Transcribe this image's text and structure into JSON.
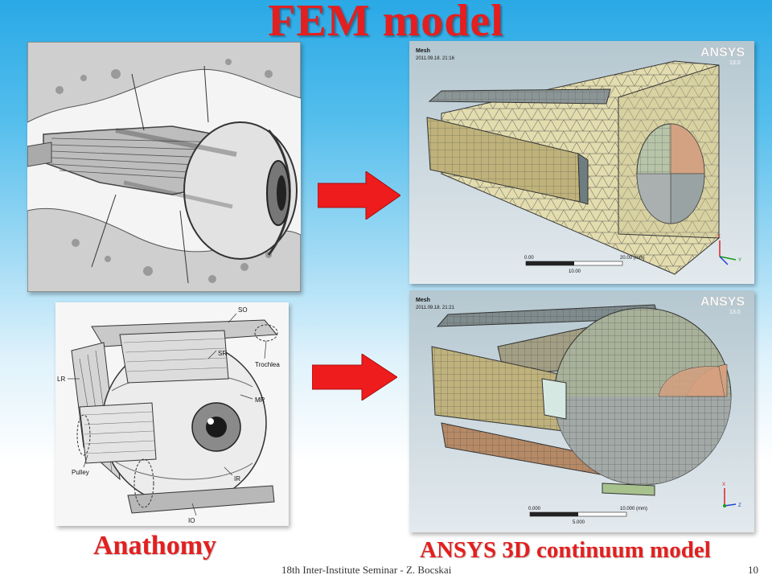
{
  "slide": {
    "title": "FEM model",
    "caption_left": "Anathomy",
    "caption_right": "ANSYS 3D continuum model",
    "footer_text": "18th Inter-Institute Seminar - Z. Bocskai",
    "page_number": "10"
  },
  "anatomy_labels": {
    "so": "SO",
    "sr": "SR",
    "trochlea": "Trochlea",
    "lr": "LR",
    "mr": "MR",
    "pulley": "Pulley",
    "ir": "IR",
    "io": "IO"
  },
  "mesh_top": {
    "header": "Mesh",
    "timestamp": "2011.09.18. 21:16",
    "brand": "ANSYS",
    "version": "13.0",
    "scale_left": "0.00",
    "scale_right": "20.00 (mm)",
    "scale_mid": "10.00",
    "axis_x": "X",
    "axis_y": "Y"
  },
  "mesh_bottom": {
    "header": "Mesh",
    "timestamp": "2011.09.18. 21:21",
    "brand": "ANSYS",
    "version": "13.0",
    "scale_left": "0.000",
    "scale_right": "10.000 (mm)",
    "scale_mid": "5.000",
    "axis_x": "X",
    "axis_z": "Z"
  },
  "colors": {
    "title_red": "#e41f1f",
    "arrow_red": "#ee1c1c",
    "mesh_bg": "#c4d2d9"
  }
}
